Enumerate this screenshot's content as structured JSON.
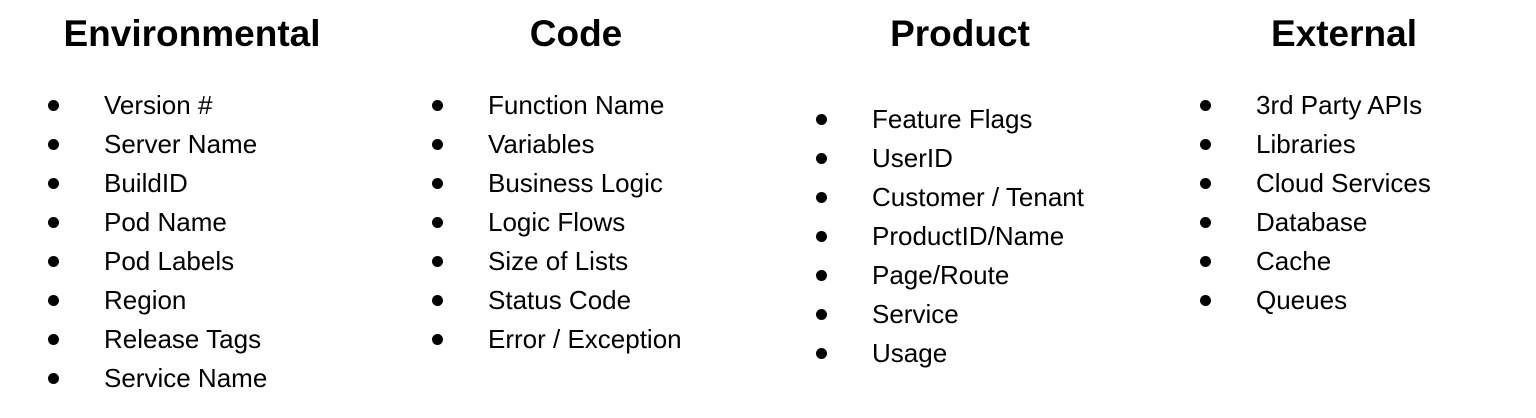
{
  "slide": {
    "background_color": "#ffffff",
    "text_color": "#000000",
    "bullet_color": "#000000"
  },
  "columns": [
    {
      "title": "Environmental",
      "items": [
        "Version #",
        "Server Name",
        "BuildID",
        "Pod Name",
        "Pod Labels",
        "Region",
        "Release Tags",
        "Service Name"
      ]
    },
    {
      "title": "Code",
      "items": [
        "Function Name",
        "Variables",
        "Business Logic",
        "Logic Flows",
        "Size of Lists",
        "Status Code",
        "Error / Exception"
      ]
    },
    {
      "title": "Product",
      "items": [
        "Feature Flags",
        "UserID",
        "Customer / Tenant",
        "ProductID/Name",
        "Page/Route",
        "Service",
        "Usage"
      ]
    },
    {
      "title": "External",
      "items": [
        "3rd Party APIs",
        "Libraries",
        "Cloud Services",
        "Database",
        "Cache",
        "Queues"
      ]
    }
  ]
}
